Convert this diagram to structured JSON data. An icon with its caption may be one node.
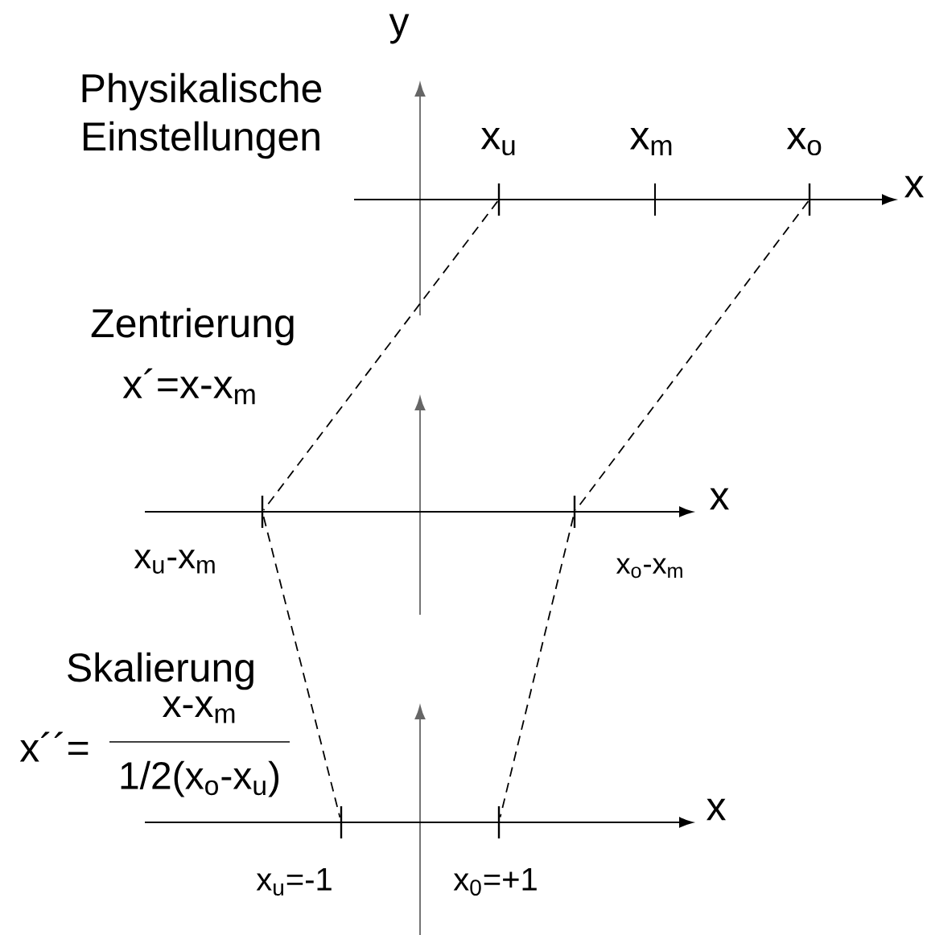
{
  "diagram": {
    "nodes": [
      {
        "text": [],
        "shape": "bar"
      },
      {
        "text": [],
        "shape": "bar"
      },
      {
        "text": [],
        "shape": "bar"
      },
      {
        "text": [],
        "shape": "bar"
      },
      {
        "text": [],
        "shape": "bar"
      },
      {
        "text": [],
        "shape": "bar"
      }
    ],
    "edges": [
      {
        "from": 0,
        "to": 2,
        "arrow": "none",
        "style": "dashed"
      },
      {
        "from": 1,
        "to": 3,
        "arrow": "none",
        "style": "dashed"
      },
      {
        "from": 2,
        "to": 4,
        "arrow": "none",
        "style": "dashed"
      },
      {
        "from": 3,
        "to": 5,
        "arrow": "none",
        "style": "dashed"
      }
    ],
    "labels": [
      "y",
      "Physikalische Einstellungen",
      "x$_{u}$",
      "x$_{m}$",
      "x$_{o}$",
      "x",
      "Zentrierung",
      "x´=x-x$_{m}$",
      "x",
      "x$_{u}$-x$_{m}$",
      "x$_{o}$-x$_{m}$",
      "Skalierung",
      "x´´=",
      "x-x$_{m}$",
      "1/2(x$_{o}$-x$_{u}$)",
      "x",
      "x$_{u}$=-1",
      "x$_{0}$=+1"
    ]
  }
}
